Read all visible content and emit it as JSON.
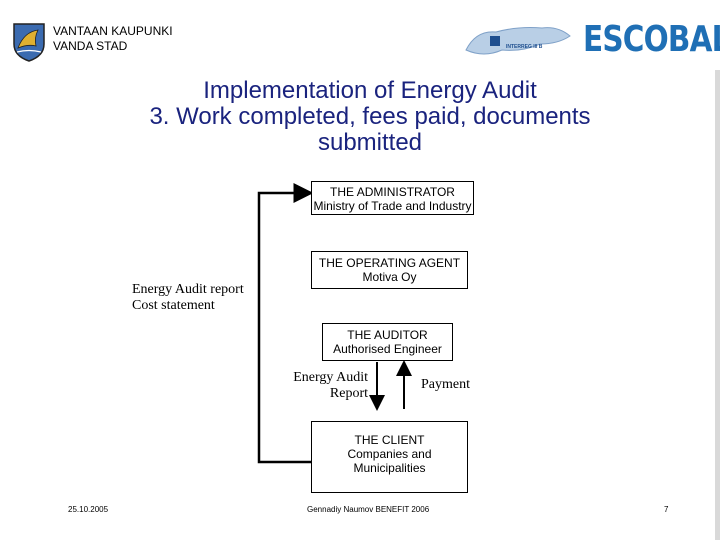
{
  "header": {
    "org_line1": "VANTAAN KAUPUNKI",
    "org_line2": "VANDA STAD",
    "interreg_text": "INTERREG III B",
    "project_logo": "ESCOBALT",
    "colors": {
      "title": "#1a237e",
      "logo_blue": "#1f6fb5"
    }
  },
  "title": {
    "line1": "Implementation of Energy Audit",
    "line2": "3. Work completed, fees paid, documents",
    "line3": "submitted"
  },
  "diagram": {
    "administrator": {
      "name": "THE ADMINISTRATOR",
      "desc": "Ministry of Trade and Industry"
    },
    "operating_agent": {
      "name": "THE OPERATING AGENT",
      "desc": "Motiva Oy"
    },
    "auditor": {
      "name": "THE AUDITOR",
      "desc": "Authorised Engineer"
    },
    "client": {
      "name": "THE CLIENT",
      "desc1": "Companies and",
      "desc2": "Municipalities"
    },
    "side_label": {
      "line1": "Energy Audit report",
      "line2": "Cost statement"
    },
    "report_label": {
      "line1": "Energy Audit",
      "line2": "Report"
    },
    "payment_label": "Payment"
  },
  "footer": {
    "date": "25.10.2005",
    "author": "Gennadiy Naumov   BENEFIT 2006",
    "page": "7"
  }
}
